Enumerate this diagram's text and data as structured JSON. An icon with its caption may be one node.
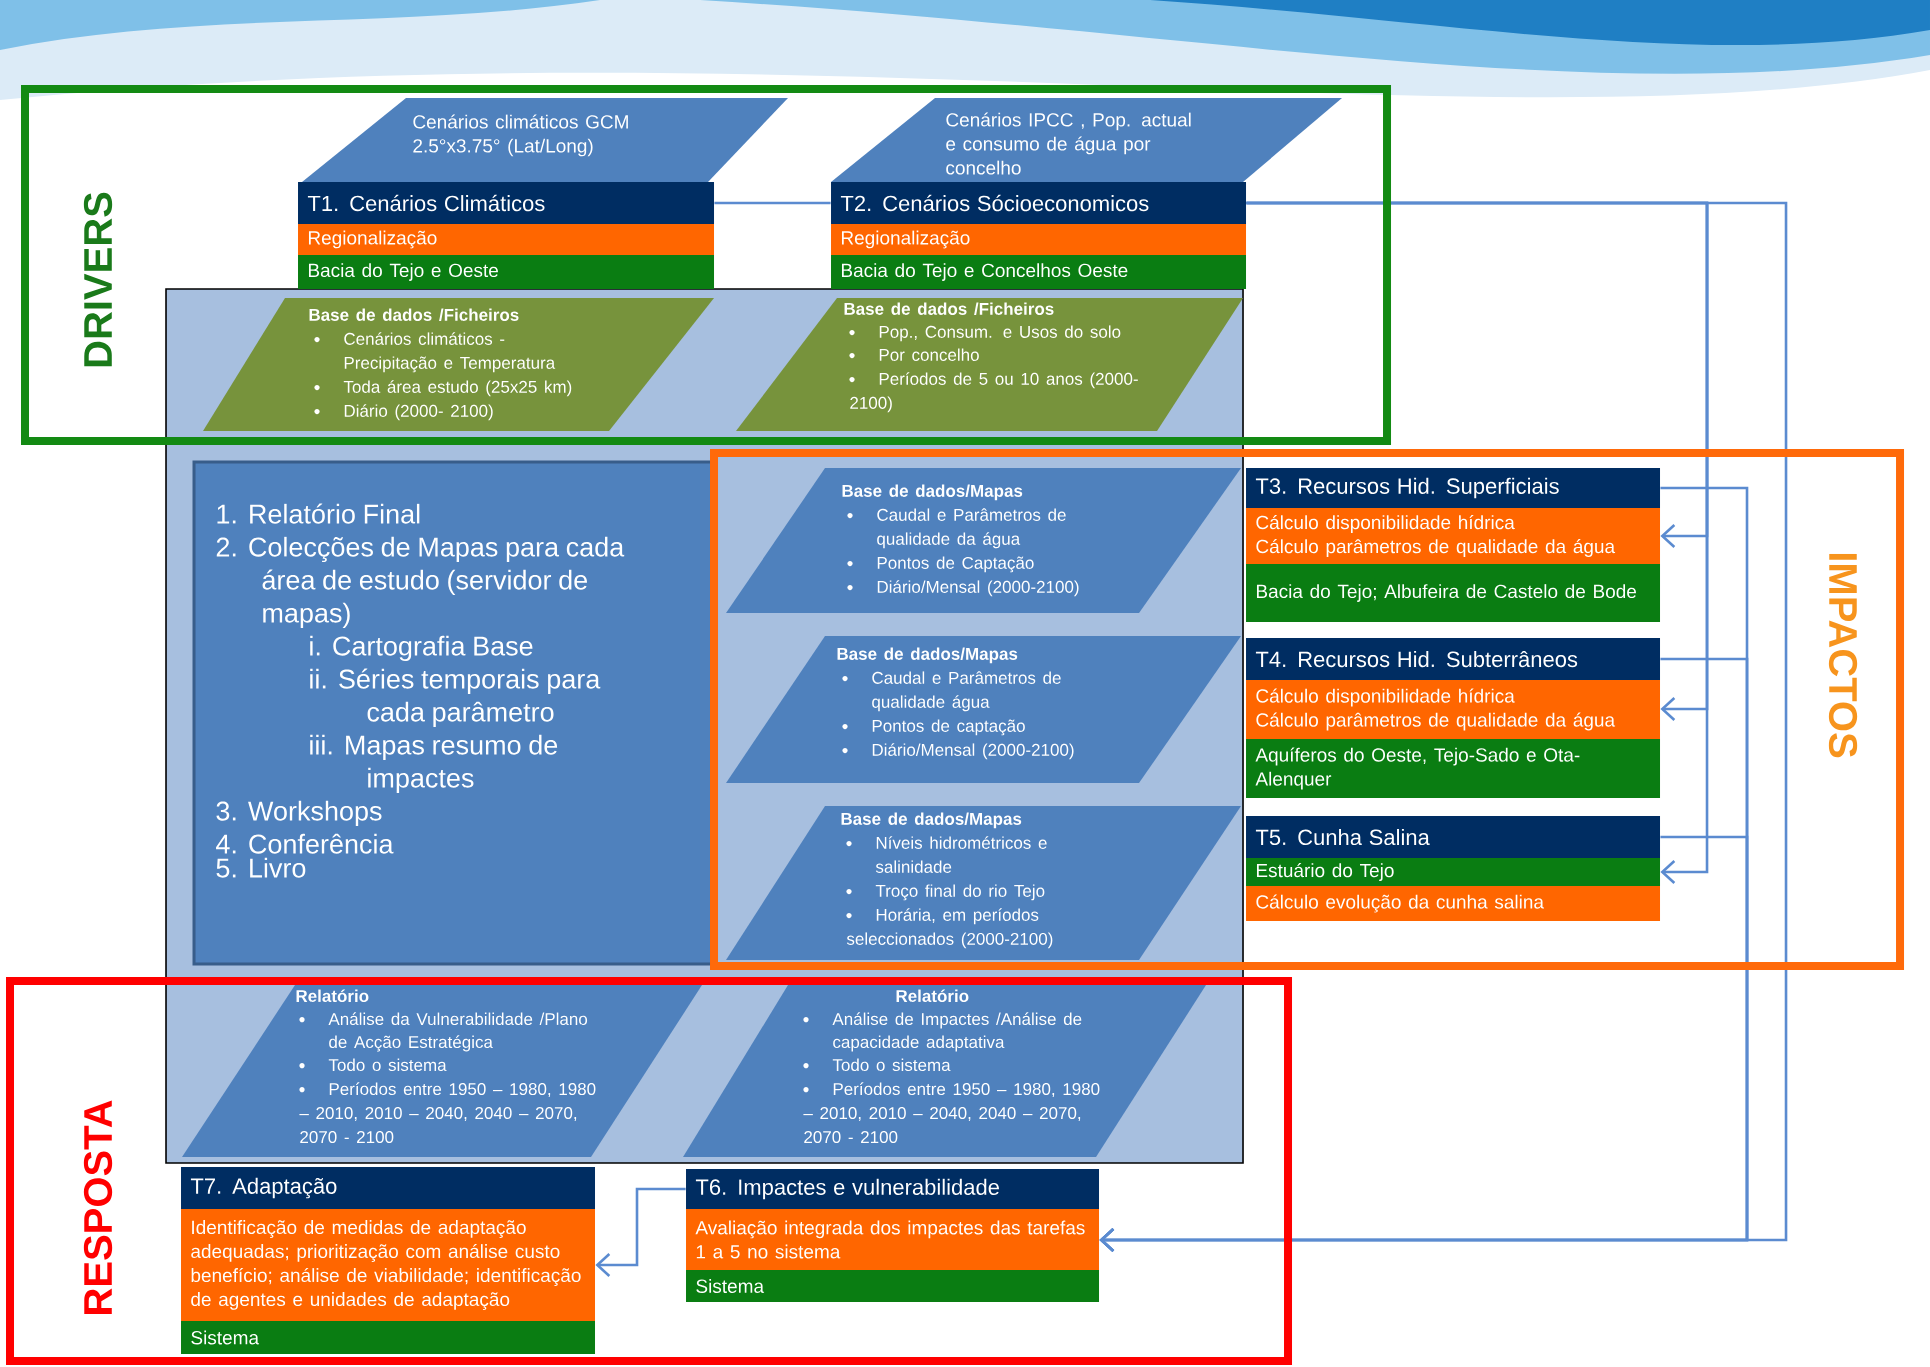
{
  "diagram": {
    "nodes": [
      {
        "text": [
          "Cenários climáticos GCM 2.5°x3.75° (Lat/Long)"
        ]
      },
      {
        "text": [
          "Cenários IPCC , Pop. actual e consumo de água por concelho"
        ]
      },
      {
        "text": [
          "T1. Cenários Climáticos",
          "Regionalização",
          "Bacia do Tejo e Oeste"
        ]
      },
      {
        "text": [
          "T2. Cenários Sócioeconomicos",
          "Regionalização",
          "Bacia do Tejo e Concelhos Oeste"
        ]
      },
      {
        "text": [],
        "shape": "box"
      },
      {
        "text": [
          "Base de dados /Ficheiros",
          "Cenários climáticos - Precipitação e Temperatura",
          "Toda área estudo (25x25 km)",
          "Diário (2000- 2100)"
        ],
        "in": 4
      },
      {
        "text": [
          "Base de dados /Ficheiros",
          "Pop., Consum. e Usos do solo",
          "Por concelho",
          "Períodos de 5 ou 10 anos (2000-2100)"
        ],
        "in": 4
      },
      {
        "text": [
          "1. Relatório Final",
          "2. Colecções de Mapas para cada área de estudo (servidor de mapas)",
          "i. Cartografia Base",
          "ii. Séries temporais para cada parâmetro",
          "iii. Mapas resumo de impactes",
          "3. Workshops",
          "4. Conferência",
          "5. Livro"
        ],
        "in": 4
      },
      {
        "text": [
          "Base de dados/Mapas",
          "Caudal e Parâmetros de qualidade da água",
          "Pontos de Captação",
          "Diário/Mensal (2000-2100)"
        ],
        "in": 4
      },
      {
        "text": [
          "Base de dados/Mapas",
          "Caudal e Parâmetros de qualidade água",
          "Pontos de captação",
          "Diário/Mensal (2000-2100)"
        ],
        "in": 4
      },
      {
        "text": [
          "Base de dados/Mapas",
          "Níveis hidrométricos e salinidade",
          "Troço final do rio Tejo",
          "Horária, em períodos seleccionados (2000-2100)"
        ],
        "in": 4
      },
      {
        "text": [
          "Relatório",
          "Análise da Vulnerabilidade /Plano de Acção Estratégica",
          "Todo o sistema",
          "Períodos entre 1950 – 1980, 1980 – 2010, 2010 – 2040, 2040 – 2070, 2070 - 2100"
        ],
        "in": 4
      },
      {
        "text": [
          "Relatório",
          "Análise de Impactes /Análise de capacidade adaptativa",
          "Todo o sistema",
          "Períodos entre 1950 – 1980, 1980 – 2010, 2010 – 2040, 2040 – 2070, 2070 - 2100"
        ],
        "in": 4
      },
      {
        "text": [
          "T3. Recursos Hid. Superficiais",
          "Cálculo disponibilidade hídrica",
          "Cálculo parâmetros de qualidade da água",
          "Bacia do Tejo; Albufeira de Castelo de Bode"
        ]
      },
      {
        "text": [
          "T4. Recursos Hid. Subterrâneos",
          "Cálculo disponibilidade hídrica",
          "Cálculo parâmetros de qualidade da água",
          "Aquíferos do Oeste, Tejo-Sado e Ota-Alenquer"
        ]
      },
      {
        "text": [
          "T5. Cunha Salina",
          "Estuário do Tejo",
          "Cálculo evolução da cunha salina"
        ]
      },
      {
        "text": [
          "T6. Impactes e vulnerabilidade",
          "Avaliação integrada dos impactes das tarefas 1 a 5 no sistema",
          "Sistema"
        ]
      },
      {
        "text": [
          "T7. Adaptação",
          "Identificação de medidas de adaptação adequadas; prioritização com análise custo benefício; análise de viabilidade; identificação de agentes e unidades de adaptação",
          "Sistema"
        ]
      }
    ],
    "edges": [
      {
        "from": 2,
        "to": 3,
        "arrow": "none"
      },
      {
        "from": 3,
        "to": 13,
        "arrow": "to"
      },
      {
        "from": 3,
        "to": 14,
        "arrow": "to"
      },
      {
        "from": 3,
        "to": 15,
        "arrow": "to"
      },
      {
        "from": 3,
        "to": 16,
        "arrow": "to"
      },
      {
        "from": 13,
        "to": 16,
        "arrow": "to"
      },
      {
        "from": 14,
        "to": 16,
        "arrow": "to"
      },
      {
        "from": 15,
        "to": 16,
        "arrow": "to"
      },
      {
        "from": 16,
        "to": 17,
        "arrow": "to"
      }
    ],
    "labels": [
      "DRIVERS",
      "IMPACTOS",
      "RESPOSTA"
    ]
  }
}
